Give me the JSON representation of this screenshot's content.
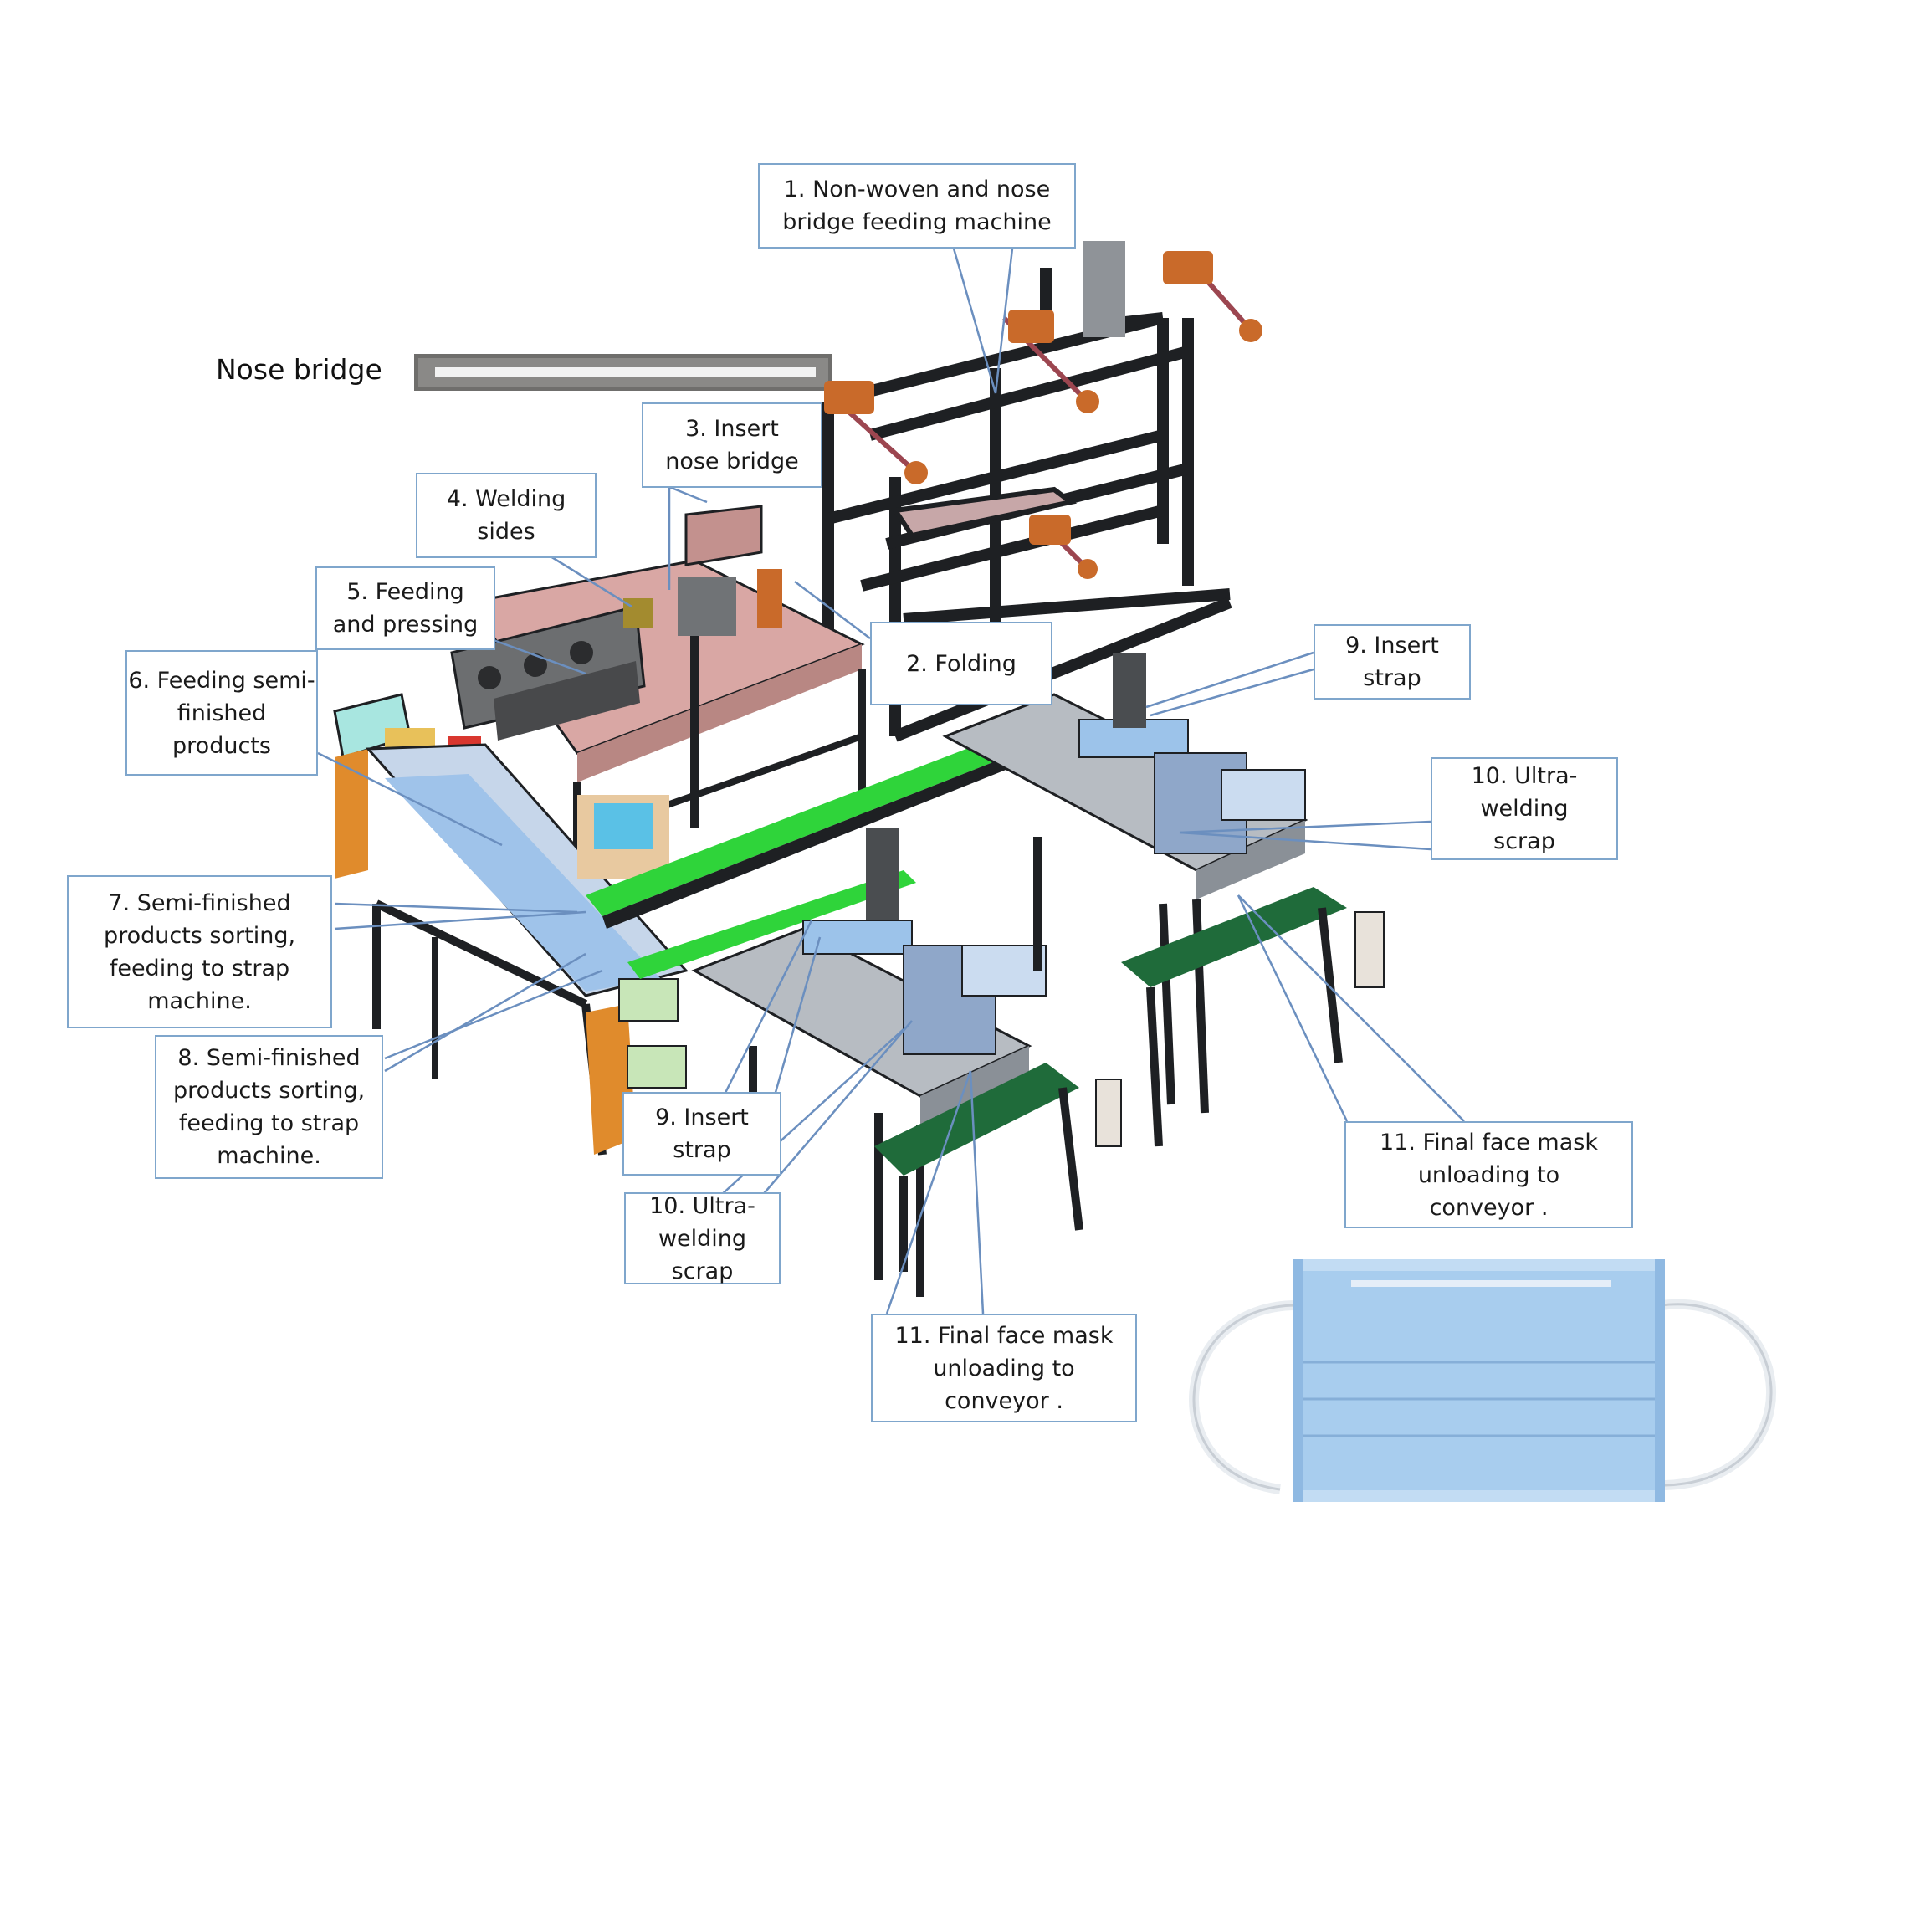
{
  "title_label": "Nose bridge",
  "callouts": {
    "c1": [
      "1.  Non-woven and nose",
      "bridge feeding machine"
    ],
    "c2": [
      "2. Folding"
    ],
    "c3": [
      "3. Insert",
      "nose bridge"
    ],
    "c4": [
      "4. Welding",
      "sides"
    ],
    "c5": [
      "5. Feeding",
      "and pressing"
    ],
    "c6": [
      "6. Feeding semi-",
      "finished",
      "products"
    ],
    "c7": [
      "7. Semi-finished",
      "products sorting,",
      "feeding to strap",
      "machine."
    ],
    "c8": [
      "8. Semi-finished",
      "products sorting,",
      "feeding to strap",
      "machine."
    ],
    "c9a": [
      "9. Insert",
      "strap"
    ],
    "c10a": [
      "10. Ultra-",
      "welding",
      "scrap"
    ],
    "c11a": [
      "11. Final face mask",
      "unloading to",
      "conveyor ."
    ],
    "c9b": [
      "9. Insert",
      "strap"
    ],
    "c10b": [
      "10. Ultra-",
      "welding",
      "scrap"
    ],
    "c11b": [
      "11. Final face mask",
      "unloading to",
      "conveyor ."
    ]
  },
  "colors": {
    "callout_border": "#7fa6cc",
    "leader_line": "#6b8fbf",
    "frame": "#1e2023",
    "panel_gray": "#b7bcc2",
    "pink_panel": "#d9a7a4",
    "green_conveyor": "#2fd43a",
    "dark_belt": "#1f6b3a",
    "blue_plate": "#8ab6e0",
    "orange_part": "#e08b2c",
    "mask_blue": "#a8cdee"
  }
}
